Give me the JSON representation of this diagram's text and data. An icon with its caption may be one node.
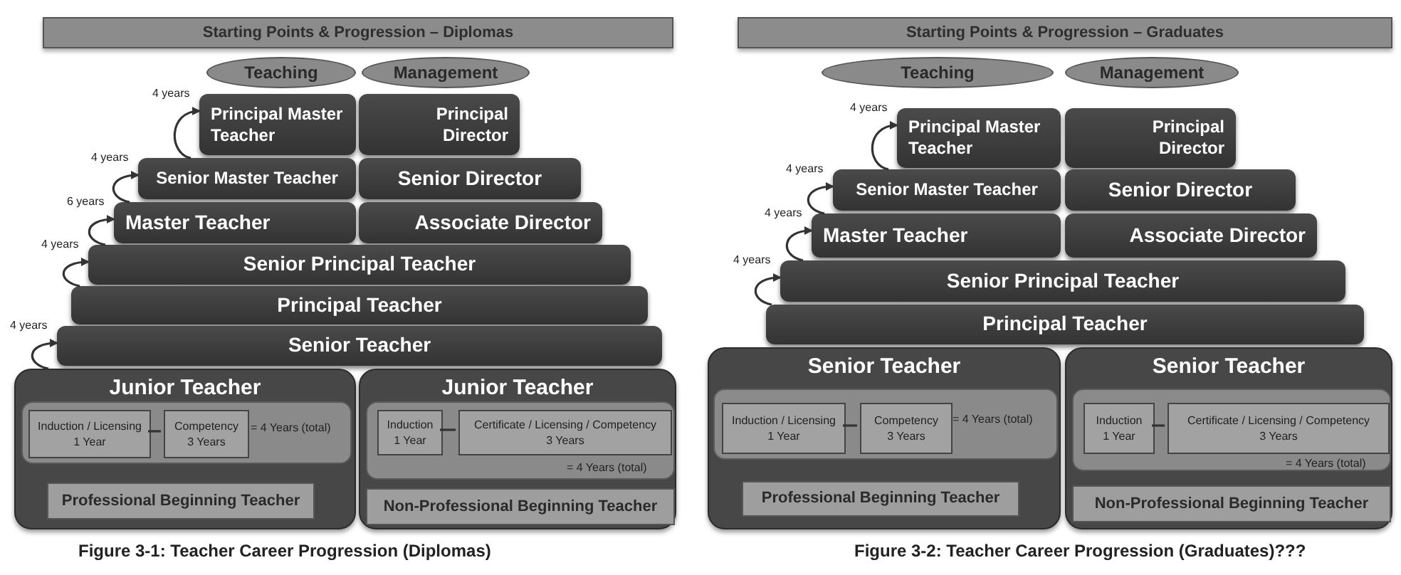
{
  "diagram": {
    "nodes": [
      {
        "text": [
          "Starting Points & Progression – Diplomas"
        ]
      },
      {
        "text": [
          "Teaching"
        ]
      },
      {
        "text": [
          "Management"
        ]
      },
      {
        "text": [
          "Principal Master Teacher"
        ]
      },
      {
        "text": [
          "Principal Director"
        ]
      },
      {
        "text": [
          "Senior Master Teacher"
        ]
      },
      {
        "text": [
          "Senior Director"
        ]
      },
      {
        "text": [
          "Master Teacher"
        ]
      },
      {
        "text": [
          "Associate Director"
        ]
      },
      {
        "text": [
          "Senior Principal Teacher"
        ]
      },
      {
        "text": [
          "Principal Teacher"
        ]
      },
      {
        "text": [
          "Senior Teacher"
        ]
      },
      {
        "text": [
          "Junior Teacher"
        ]
      },
      {
        "text": [],
        "shape": "box",
        "in": 12
      },
      {
        "text": [
          "Induction / Licensing",
          "1 Year"
        ],
        "in": 13
      },
      {
        "text": [
          "Competency",
          "3 Years"
        ],
        "in": 13
      },
      {
        "text": [
          "Professional Beginning Teacher"
        ],
        "in": 12
      },
      {
        "text": [
          "Junior Teacher"
        ]
      },
      {
        "text": [],
        "shape": "box",
        "in": 17
      },
      {
        "text": [
          "Induction",
          "1 Year"
        ],
        "in": 18
      },
      {
        "text": [
          "Certificate / Licensing / Competency",
          "3 Years"
        ],
        "in": 18
      },
      {
        "text": [
          "Non-Professional Beginning Teacher"
        ],
        "in": 17
      },
      {
        "text": [
          "Starting Points & Progression – Graduates"
        ]
      },
      {
        "text": [
          "Teaching"
        ]
      },
      {
        "text": [
          "Management"
        ]
      },
      {
        "text": [
          "Principal Master Teacher"
        ]
      },
      {
        "text": [
          "Principal Director"
        ]
      },
      {
        "text": [
          "Senior Master Teacher"
        ]
      },
      {
        "text": [
          "Senior Director"
        ]
      },
      {
        "text": [
          "Master Teacher"
        ]
      },
      {
        "text": [
          "Associate Director"
        ]
      },
      {
        "text": [
          "Senior Principal Teacher"
        ]
      },
      {
        "text": [
          "Principal Teacher"
        ]
      },
      {
        "text": [
          "Senior Teacher"
        ]
      },
      {
        "text": [],
        "shape": "box",
        "in": 33
      },
      {
        "text": [
          "Induction / Licensing",
          "1 Year"
        ],
        "in": 34
      },
      {
        "text": [
          "Competency",
          "3 Years"
        ],
        "in": 34
      },
      {
        "text": [
          "Professional Beginning Teacher"
        ],
        "in": 33
      },
      {
        "text": [
          "Senior Teacher"
        ]
      },
      {
        "text": [],
        "shape": "box",
        "in": 38
      },
      {
        "text": [
          "Induction",
          "1 Year"
        ],
        "in": 39
      },
      {
        "text": [
          "Certificate / Licensing / Competency",
          "3 Years"
        ],
        "in": 39
      },
      {
        "text": [
          "Non-Professional Beginning Teacher"
        ],
        "in": 38
      }
    ],
    "edges": [
      {
        "from": 5,
        "to": 3,
        "arrow": "to",
        "label": "4 years"
      },
      {
        "from": 7,
        "to": 5,
        "arrow": "to",
        "label": "4 years"
      },
      {
        "from": 9,
        "to": 7,
        "arrow": "to",
        "label": "6 years"
      },
      {
        "from": 10,
        "to": 9,
        "arrow": "to",
        "label": "4 years"
      },
      {
        "from": 12,
        "to": 11,
        "arrow": "to",
        "label": "4 years"
      },
      {
        "from": 14,
        "to": 15,
        "arrow": "none"
      },
      {
        "from": 19,
        "to": 20,
        "arrow": "none"
      },
      {
        "from": 27,
        "to": 25,
        "arrow": "to",
        "label": "4 years"
      },
      {
        "from": 29,
        "to": 27,
        "arrow": "to",
        "label": "4 years"
      },
      {
        "from": 31,
        "to": 29,
        "arrow": "to",
        "label": "4 years"
      },
      {
        "from": 32,
        "to": 31,
        "arrow": "to",
        "label": "4 years"
      },
      {
        "from": 35,
        "to": 36,
        "arrow": "none"
      },
      {
        "from": 40,
        "to": 41,
        "arrow": "none"
      }
    ],
    "labels": [
      "= 4 Years (total)",
      "= 4 Years (total)",
      "Figure 3-1: Teacher Career Progression (Diplomas)",
      "= 4 Years (total)",
      "= 4 Years (total)",
      "Figure 3-2: Teacher Career Progression (Graduates)???"
    ]
  }
}
